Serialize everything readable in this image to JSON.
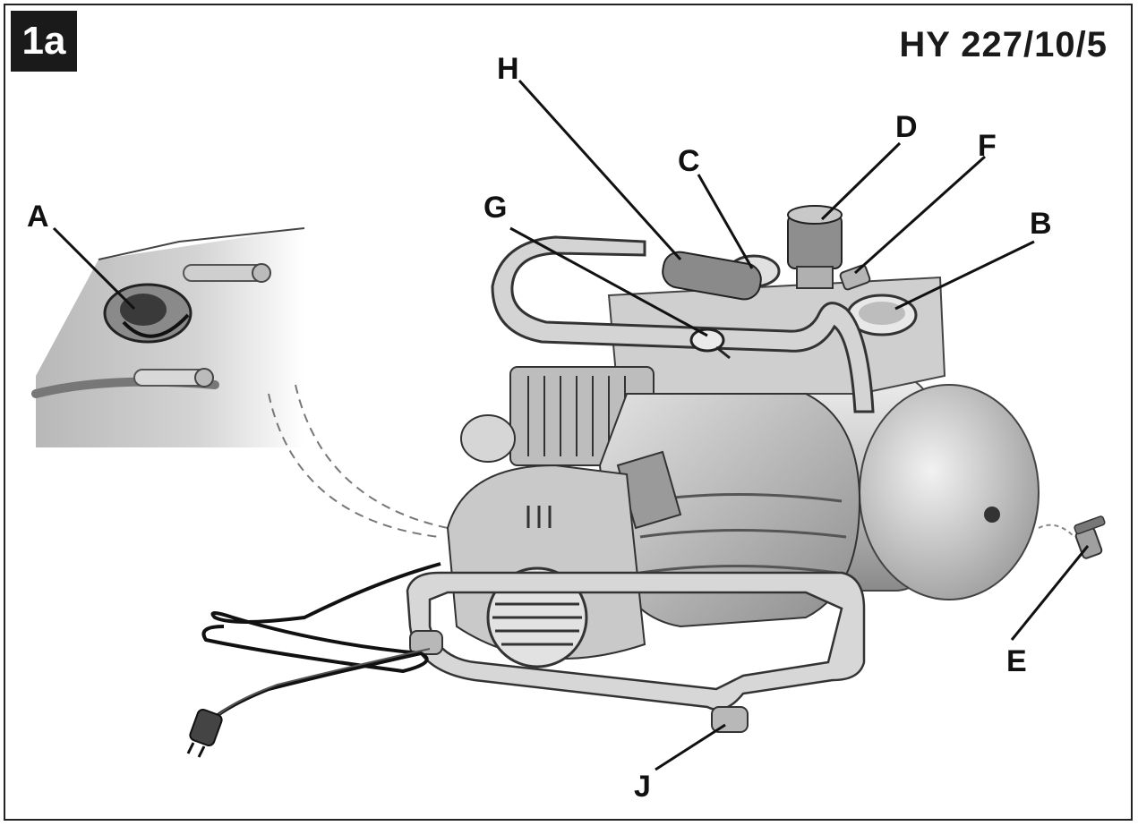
{
  "figure": {
    "number": "1a",
    "model": "HY 227/10/5"
  },
  "callouts": [
    {
      "id": "A",
      "text": "A"
    },
    {
      "id": "B",
      "text": "B"
    },
    {
      "id": "C",
      "text": "C"
    },
    {
      "id": "D",
      "text": "D"
    },
    {
      "id": "E",
      "text": "E"
    },
    {
      "id": "F",
      "text": "F"
    },
    {
      "id": "G",
      "text": "G"
    },
    {
      "id": "H",
      "text": "H"
    },
    {
      "id": "J",
      "text": "J"
    }
  ],
  "colors": {
    "ink": "#111111",
    "metal_light": "#d6d6d6",
    "metal_mid": "#a8a8a8",
    "metal_dark": "#6e6e6e",
    "badge": "#1a1a1a"
  }
}
